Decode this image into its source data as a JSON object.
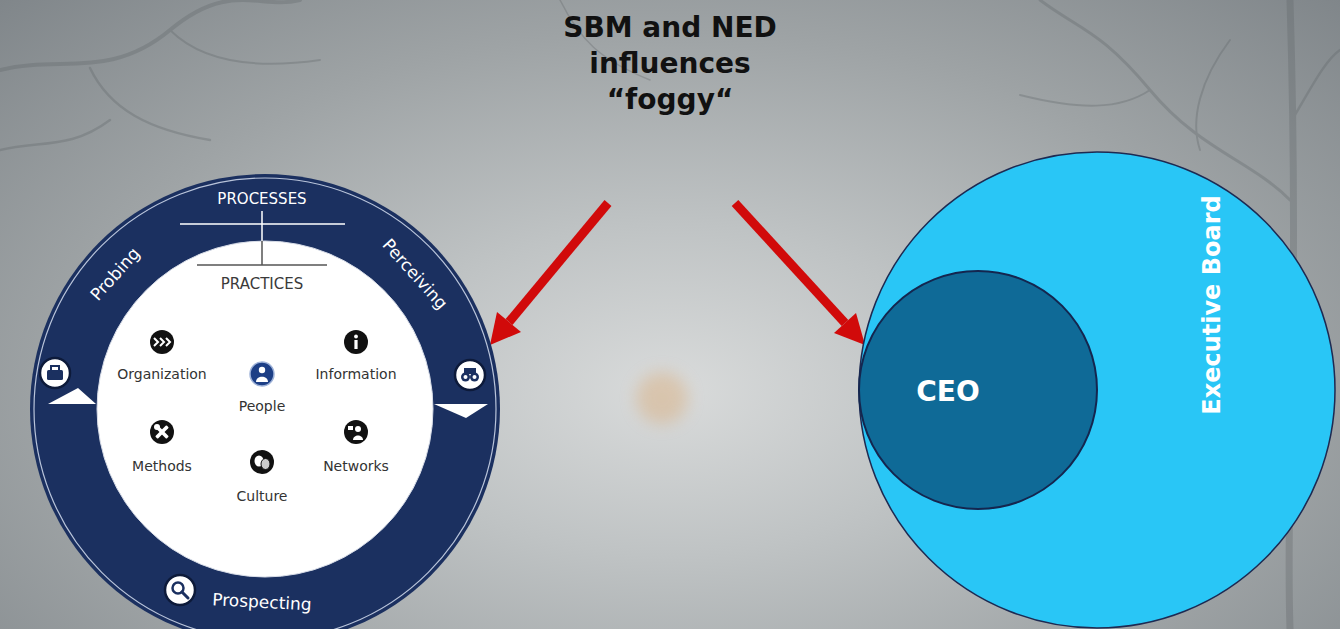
{
  "diagram": {
    "title": "SBM and NED influences “foggy“",
    "nodes": [
      {
        "text": [
          "PROCESSES",
          "Probing",
          "Perceiving",
          "Prospecting"
        ]
      },
      {
        "text": [
          "PRACTICES",
          "Organization",
          "Information",
          "People",
          "Methods",
          "Networks",
          "Culture"
        ],
        "in": 0
      },
      {
        "text": [
          "Executive Board"
        ]
      },
      {
        "text": [
          "CEO"
        ],
        "in": 2
      }
    ]
  }
}
